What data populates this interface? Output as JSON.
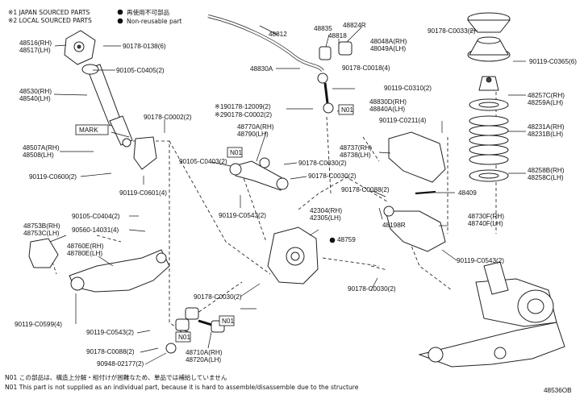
{
  "legend": {
    "note1": "※1 JAPAN SOURCED PARTS",
    "note2": "※2 LOCAL SOURCED PARTS",
    "reuse_ja": "再使用不可部品",
    "reuse_en": "Non-reusable part"
  },
  "labels": {
    "l48516": "48516(RH)",
    "l48517": "48517(LH)",
    "l90178_0138": "90178-0138(6)",
    "l90105_0405": "90105-C0405(2)",
    "l48530": "48530(RH)",
    "l48540": "48540(LH)",
    "mark": "MARK",
    "l48507": "48507A(RH)",
    "l48508": "48508(LH)",
    "l90119_0600": "90119-C0600(2)",
    "l90119_0601": "90119-C0601(4)",
    "l90178_0002": "90178-C0002(2)",
    "l48812": "48812",
    "l48830": "48830A",
    "l48835": "48835",
    "l48818": "48818",
    "l48824": "48824R",
    "l48048": "48048A(RH)",
    "l48049": "48049A(LH)",
    "l90178_0018": "90178-C0018(4)",
    "l90119_0310": "90119-C0310(2)",
    "l48830d": "48830D(RH)",
    "l48840": "48840A(LH)",
    "n01a": "N01",
    "l90178_0033": "90178-C0033(2)",
    "l90119_0365": "90119-C0365(6)",
    "l48257": "48257C(RH)",
    "l48259": "48259A(LH)",
    "l48231a": "48231A(RH)",
    "l48231b": "48231B(LH)",
    "l48258": "48258B(RH)",
    "l48258c": "48258C(LH)",
    "l48409": "48409",
    "l90119_0211": "90119-C0211(4)",
    "l48737": "48737(RH)",
    "l48738": "48738(LH)",
    "l190178": "※190178-12009(2)",
    "l290178": "※290178-C0002(2)",
    "l48770": "48770A(RH)",
    "l48790": "48790(LH)",
    "n01b": "N01",
    "l90105_0403": "90105-C0403(2)",
    "l90178_0030a": "90178-C0030(2)",
    "l90178_0030b": "90178-C0030(2)",
    "l90119_0543a": "90119-C0543(2)",
    "l90178_0088a": "90178-C0088(2)",
    "l48198": "48198R",
    "l42304": "42304(RH)",
    "l42305": "42305(LH)",
    "l48759": "48759",
    "l48730": "48730F(RH)",
    "l48740": "48740F(LH)",
    "l90119_0543b": "90119-C0543(2)",
    "l90105_0404": "90105-C0404(2)",
    "l90560": "90560-14031(4)",
    "l48753b": "48753B(RH)",
    "l48753c": "48753C(LH)",
    "l48760": "48760E(RH)",
    "l48780": "48780E(LH)",
    "l90178_0030c": "90178-C0030(2)",
    "l90178_0030d": "90178-C0030(2)",
    "l90119_0599": "90119-C0599(4)",
    "l90119_0543c": "90119-C0543(2)",
    "l90178_0088b": "90178-C0088(2)",
    "l90948": "90948-02177(2)",
    "n01c": "N01",
    "n01d": "N01",
    "l48710": "48710A(RH)",
    "l48720": "48720A(LH)"
  },
  "footer": {
    "note_ja": "N01 この部品は、構造上分解・組付けが困難なため、単品では補給していません",
    "note_en": "N01 This part is not supplied as an individual part, because it is hard to assemble/disassemble due to the structure",
    "diagram_id": "48536OB"
  }
}
